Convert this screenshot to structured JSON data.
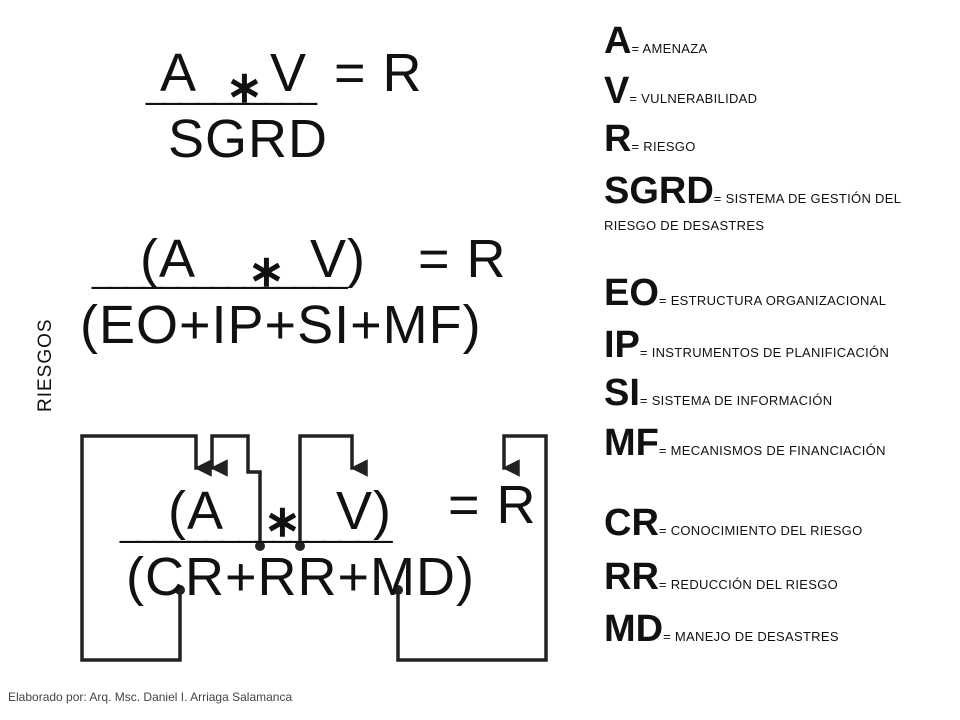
{
  "equations": [
    {
      "a": "A",
      "op": "∗",
      "v": "V",
      "eq": "= R",
      "underline": "__________",
      "denominator": "SGRD"
    },
    {
      "a": "(A",
      "op": "∗",
      "v": "V)",
      "eq": "= R",
      "underline": "_______________",
      "denominator": "(EO+IP+SI+MF)"
    },
    {
      "a": "(A",
      "op": "∗",
      "v": "V)",
      "eq": "= R",
      "underline": "________________",
      "denominator": "(CR+RR+MD)"
    }
  ],
  "side_label": "RIESGOS",
  "legend": [
    {
      "key": "A",
      "desc": "= AMENAZA"
    },
    {
      "key": "V",
      "desc": "= VULNERABILIDAD"
    },
    {
      "key": "R",
      "desc": "= RIESGO"
    },
    {
      "key": "SGRD",
      "desc": "= SISTEMA DE GESTIÓN DEL",
      "desc2": "RIESGO DE DESASTRES"
    },
    {
      "key": "EO",
      "desc": "= ESTRUCTURA ORGANIZACIONAL"
    },
    {
      "key": "IP",
      "desc": "= INSTRUMENTOS DE PLANIFICACIÓN"
    },
    {
      "key": "SI",
      "desc": "= SISTEMA DE INFORMACIÓN"
    },
    {
      "key": "MF",
      "desc": "= MECANISMOS DE FINANCIACIÓN"
    },
    {
      "key": "CR",
      "desc": "= CONOCIMIENTO DEL RIESGO"
    },
    {
      "key": "RR",
      "desc": "= REDUCCIÓN DEL RIESGO"
    },
    {
      "key": "MD",
      "desc": "= MANEJO DE DESASTRES"
    }
  ],
  "footer": "Elaborado por: Arq. Msc. Daniel I. Arriaga Salamanca"
}
